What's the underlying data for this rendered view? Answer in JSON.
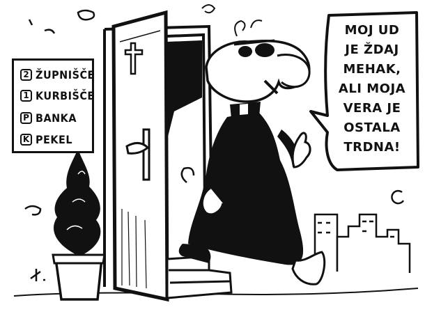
{
  "sign": {
    "items": [
      {
        "badge": "2",
        "label": "ŽUPNIŠČE"
      },
      {
        "badge": "1",
        "label": "KURBIŠČE"
      },
      {
        "badge": "P",
        "label": "BANKA"
      },
      {
        "badge": "K",
        "label": "PEKEL"
      }
    ]
  },
  "bubble": {
    "lines": [
      "MOJ UD",
      "JE ŽDAJ",
      "MEHAK,",
      "ALI MOJA",
      "VERA JE",
      "OSTALA",
      "TRDNA!"
    ]
  },
  "colors": {
    "ink": "#111111",
    "paper": "#ffffff"
  }
}
